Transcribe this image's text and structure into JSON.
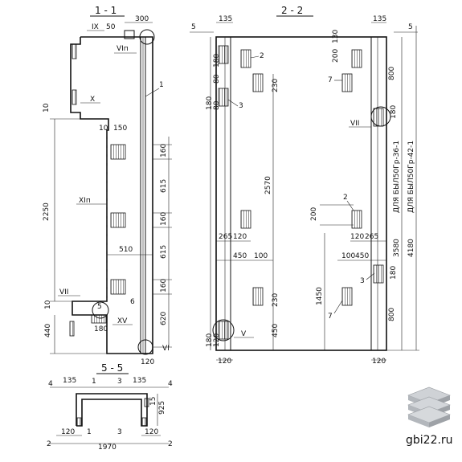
{
  "sections": {
    "s11": "1 - 1",
    "s22": "2 - 2",
    "s55": "5 - 5"
  },
  "section11": {
    "dims": {
      "top_300": "300",
      "top_50": "50",
      "d10a": "10",
      "d10b": "10",
      "d150": "150",
      "d2250": "2250",
      "d510": "510",
      "d10c": "10",
      "d440": "440",
      "d180": "180",
      "d120": "120",
      "right_160a": "160",
      "right_615a": "615",
      "right_160b": "160",
      "right_615b": "615",
      "right_160c": "160",
      "right_620": "620"
    },
    "marks": {
      "IX": "IX",
      "VIn": "VIп",
      "X": "X",
      "XIn": "XIп",
      "VII": "VII",
      "XV": "XV",
      "VI": "VI",
      "n1": "1",
      "n5": "5",
      "n6": "6"
    }
  },
  "section22": {
    "dims": {
      "t135a": "135",
      "t135b": "135",
      "d180": "180",
      "d80": "80",
      "d80b": "80",
      "d180b": "180",
      "d230a": "230",
      "d200": "200",
      "d130": "130",
      "d800a": "800",
      "d180c": "180",
      "d2570": "2570",
      "d200b": "200",
      "d265a": "265",
      "d120a": "120",
      "d120b": "120",
      "d265b": "265",
      "d450a": "450",
      "d100a": "100",
      "d100b": "100",
      "d450b": "450",
      "d180d": "180",
      "d1450": "1450",
      "d230b": "230",
      "d450c": "450",
      "d800b": "800",
      "d120c": "120",
      "d180e": "180",
      "d120d": "120",
      "d120e": "120",
      "d3580": "3580",
      "d4180": "4180"
    },
    "marks": {
      "n5a": "5",
      "n5b": "5",
      "n2a": "2",
      "n7a": "7",
      "n3a": "3",
      "VH": "VII",
      "n2b": "2",
      "n3b": "3",
      "n7b": "7",
      "V": "V"
    },
    "vertical_notes": {
      "a": "ДЛЯ БЫЛ50Гр-36-1",
      "b": "ДЛЯ БЫЛ50Гр-42-1"
    }
  },
  "section55": {
    "dims": {
      "d135a": "135",
      "d135b": "135",
      "d925": "925",
      "d15": "15",
      "d120a": "120",
      "d120b": "120",
      "d1970": "1970"
    },
    "marks": {
      "n1a": "1",
      "n3a": "3",
      "n1b": "1",
      "n3b": "3",
      "n4a": "4",
      "n4b": "4",
      "n2a": "2",
      "n2b": "2"
    }
  },
  "watermark": {
    "text": "gbi22.ru"
  }
}
